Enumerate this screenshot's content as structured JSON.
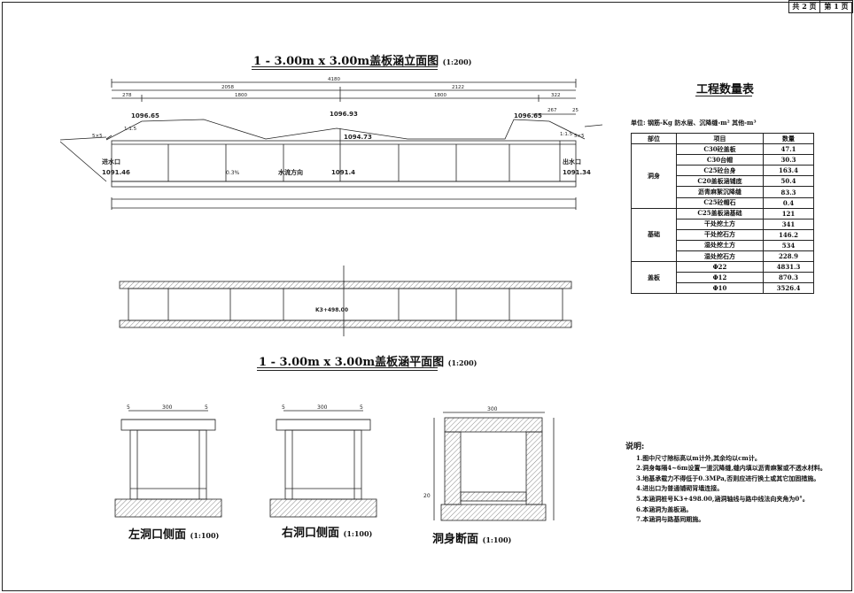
{
  "page": {
    "total": "共 2 页",
    "current": "第 1 页"
  },
  "elevation": {
    "title": "1 - 3.00m x 3.00m盖板涵立面图",
    "scale": "(1:200)",
    "dims_top": [
      "4180"
    ],
    "dims_mid": [
      "2058",
      "2122"
    ],
    "dims_low": [
      "278",
      "1800",
      "1800",
      "322"
    ],
    "dims_right": [
      "267",
      "25"
    ],
    "elev_left": "1096.65",
    "elev_center": "1096.93",
    "elev_right": "1096.65",
    "elev_top_inner": "1094.73",
    "elev_invert_mid": "1091.4",
    "elev_inlet": "1091.46",
    "elev_outlet": "1091.34",
    "inlet_label": "进水口",
    "outlet_label": "出水口",
    "flow_label": "水流方向",
    "slope_label": "0.3%",
    "slope_left": "1:1.5",
    "slope_right": "1:1.5",
    "small_left": "5×5",
    "small_right": "5×5"
  },
  "plan": {
    "title": "1 - 3.00m x 3.00m盖板涵平面图",
    "scale": "(1:200)",
    "station": "K3+498.00"
  },
  "quantity_table": {
    "title": "工程数量表",
    "unit": "单位: 钢筋-Kg 防水层、沉降缝-m² 其他-m³",
    "headers": [
      "部位",
      "项目",
      "数量"
    ],
    "groups": [
      {
        "name": "洞身",
        "rows": [
          [
            "C30砼盖板",
            "47.1"
          ],
          [
            "C30台帽",
            "30.3"
          ],
          [
            "C25砼台身",
            "163.4"
          ],
          [
            "C20盖板涵铺底",
            "50.4"
          ],
          [
            "沥青麻絮沉降缝",
            "83.3"
          ],
          [
            "C25砼帽石",
            "0.4"
          ]
        ]
      },
      {
        "name": "基础",
        "rows": [
          [
            "C25盖板涵基础",
            "121"
          ],
          [
            "干处挖土方",
            "341"
          ],
          [
            "干处挖石方",
            "146.2"
          ],
          [
            "湿处挖土方",
            "534"
          ],
          [
            "湿处挖石方",
            "228.9"
          ]
        ]
      },
      {
        "name": "盖板",
        "rows": [
          [
            "Φ22",
            "4831.3"
          ],
          [
            "Φ12",
            "870.3"
          ],
          [
            "Φ10",
            "3526.4"
          ]
        ]
      }
    ]
  },
  "left_end": {
    "title": "左洞口侧面",
    "scale": "(1:100)",
    "dim": "300",
    "side": "5"
  },
  "right_end": {
    "title": "右洞口侧面",
    "scale": "(1:100)",
    "dim": "300",
    "side": "5"
  },
  "section": {
    "title": "洞身断面",
    "scale": "(1:100)",
    "dim": "300",
    "d20": "20"
  },
  "notes": {
    "title": "说明:",
    "items": [
      "1.图中尺寸除标高以m计外,其余均以cm计。",
      "2.洞身每隔4~6m设置一道沉降缝,缝内填以沥青麻絮或不透水材料。",
      "3.地基承载力不得低于0.3MPa,否则应进行换土或其它加固措施。",
      "4.进出口为普通铺砌背墙连接。",
      "5.本涵洞桩号K3+498.00,涵洞轴线与路中线法向夹角为0°。",
      "6.本涵洞为盖板涵。",
      "7.本涵洞与路基同期施。"
    ]
  }
}
